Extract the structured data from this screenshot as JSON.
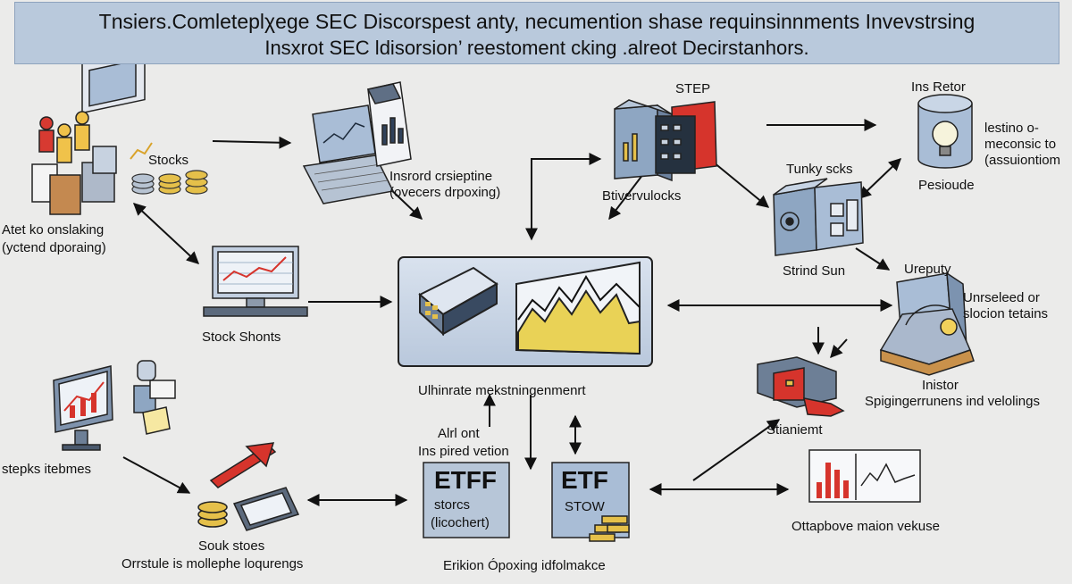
{
  "title": {
    "line1": "Tnsiers.Comleteplχege SEC Discorspest anty, necumention shase requinsinnments Invevstrsing",
    "line2": "Insxrot SEC ldisorsion’ reestoment cking .alreot Decirstanhors."
  },
  "nodes": {
    "stocks": "Stocks",
    "atek": [
      "Atet ko onslaking",
      "(yctend dporaing)"
    ],
    "insrord": [
      "Insrord crsieptine",
      "(ovecers drpoxing)"
    ],
    "step": "STEP",
    "btiver": "Btivervulocks",
    "insretor": "Ins Retor",
    "lestino": [
      "lestino o-",
      "meconsic to",
      "(assuiontiom"
    ],
    "pesioude": "Pesioude",
    "tunky": "Tunky scks",
    "strind": "Strind Sun",
    "ureputy": "Ureputy",
    "unrseleed": [
      "Unrseleed or",
      "slocion tetains"
    ],
    "stock_shonts": "Stock Shonts",
    "ulti": "Ulhinrate mekstningenmenrt",
    "inistor": [
      "Inistor",
      "Spigingerrunens ind velolings"
    ],
    "stianiemt": "Stianiemt",
    "alr_ont": [
      "Alrl ont",
      "Ins pired vetion"
    ],
    "etff_box": [
      "ETFF",
      "storcs",
      "(licochert)"
    ],
    "etf_box": [
      "ETF",
      "STOW"
    ],
    "stepks": "stepks itebmes",
    "souk": [
      "Souk stoes",
      "Orrstule is mollephe loqurengs"
    ],
    "erikion": "Erikion Ópoxing idfolmakce",
    "ottapbove": "Ottapbove maion vekuse"
  },
  "icons": [
    "people-icon",
    "stocks-coins-icon",
    "laptop-chart-icon",
    "document-chart-icon",
    "server-blocks-icon",
    "lightbulb-icon",
    "gear-blocks-icon",
    "desktop-chart-icon",
    "central-hub-icon",
    "scale-icon",
    "growth-monitor-icon",
    "person-icon",
    "brick-icon",
    "coins-card-icon",
    "bar-card-icon"
  ],
  "colors": {
    "banner": "#b9c9dc",
    "hub": "#cdd8e6",
    "accent_red": "#d6342c",
    "gold": "#e8c84a",
    "blue_block": "#8ea6c2"
  }
}
